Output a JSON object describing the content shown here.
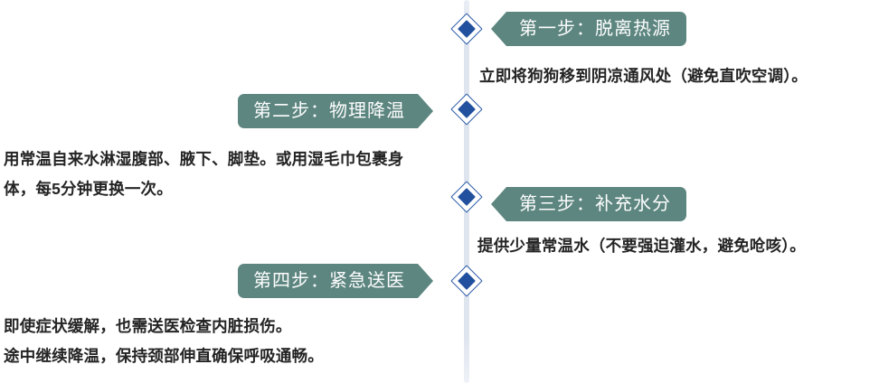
{
  "theme": {
    "banner_fill": "#5d8680",
    "banner_text": "#fdfdfd",
    "node_fill": "#20509e",
    "node_border": "#2f5ca8",
    "rail": "#dfe5ef",
    "body_text": "#242424",
    "background": "#ffffff"
  },
  "timeline": {
    "steps": [
      {
        "id": "step-1",
        "side": "right",
        "label": "第一步：脱离热源",
        "body_lines": [
          "立即将狗狗移到阴凉通风处（避免直吹空调）。"
        ]
      },
      {
        "id": "step-2",
        "side": "left",
        "label": "第二步：物理降温",
        "body_lines": [
          "用常温自来水淋湿腹部、腋下、脚垫。或用湿毛巾包裹身",
          "体，每5分钟更换一次。"
        ]
      },
      {
        "id": "step-3",
        "side": "right",
        "label": "第三步：补充水分",
        "body_lines": [
          "提供少量常温水（不要强迫灌水，避免呛咳）。"
        ]
      },
      {
        "id": "step-4",
        "side": "left",
        "label": "第四步：紧急送医",
        "body_lines": [
          "即使症状缓解，也需送医检查内脏损伤。",
          "途中继续降温，保持颈部伸直确保呼吸通畅。"
        ]
      }
    ]
  }
}
